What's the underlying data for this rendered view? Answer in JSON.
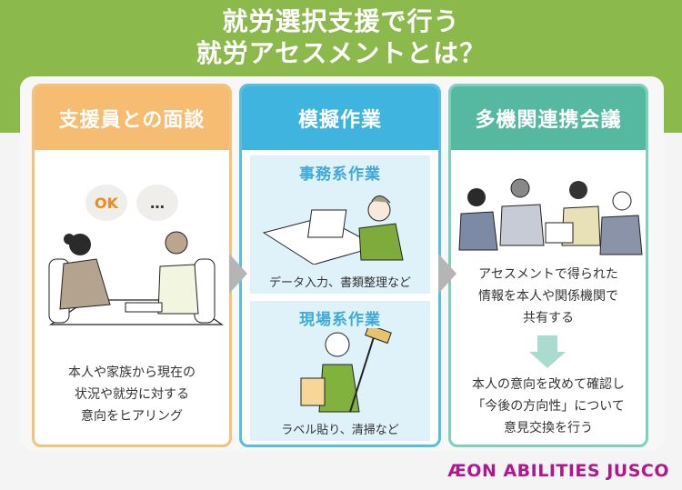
{
  "title": {
    "line1": "就労選択支援で行う",
    "line2": "就労アセスメントとは？"
  },
  "columns": [
    {
      "heading": "支援員との面談",
      "bubbles": [
        "OK",
        "…"
      ],
      "description": [
        "本人や家族から現在の",
        "状況や就労に対する",
        "意向をヒアリング"
      ]
    },
    {
      "heading": "模擬作業",
      "sections": [
        {
          "title": "事務系作業",
          "caption": "データ入力、書類整理など"
        },
        {
          "title": "現場系作業",
          "caption": "ラベル貼り、清掃など"
        }
      ]
    },
    {
      "heading": "多機関連携会議",
      "description_top": [
        "アセスメントで得られた",
        "情報を本人や関係機関で",
        "共有する"
      ],
      "description_bottom": [
        "本人の意向を改めて確認し",
        "「今後の方向性」について",
        "意見交換を行う"
      ]
    }
  ],
  "logo": "ÆON ABILITIES JUSCO",
  "colors": {
    "banner": "#8cb94c",
    "col1": "#f5bc72",
    "col2": "#3fb4de",
    "col3": "#55b9a1",
    "logo": "#b0178f"
  }
}
